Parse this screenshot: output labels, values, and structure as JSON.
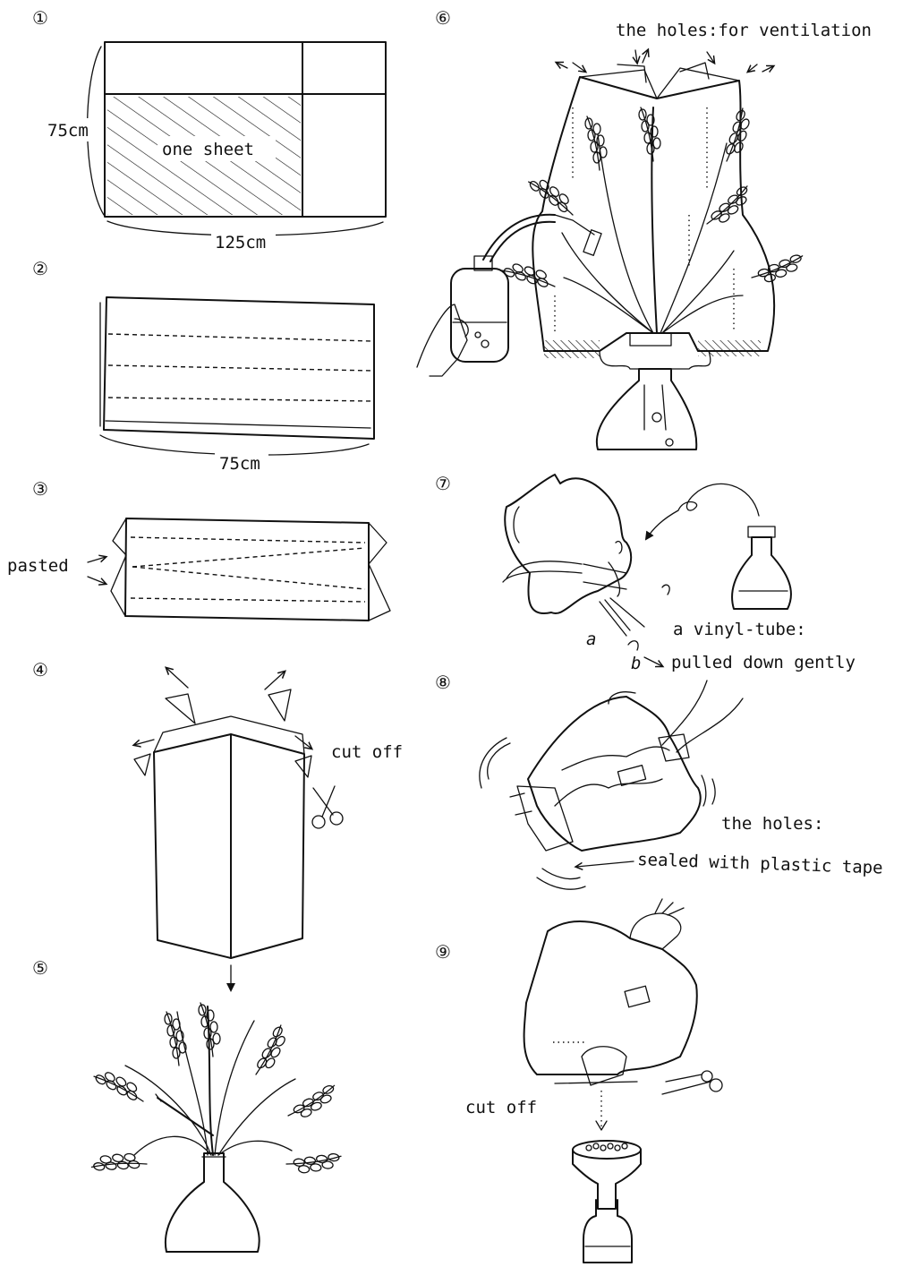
{
  "steps": [
    {
      "number": "①",
      "labels": {
        "height": "75cm",
        "width": "125cm",
        "area": "one sheet"
      }
    },
    {
      "number": "②",
      "labels": {
        "width": "75cm"
      }
    },
    {
      "number": "③",
      "labels": {
        "pasted": "pasted"
      }
    },
    {
      "number": "④",
      "labels": {
        "cut": "cut off"
      }
    },
    {
      "number": "⑤",
      "labels": {}
    },
    {
      "number": "⑥",
      "labels": {
        "holes": "the holes:for ventilation"
      }
    },
    {
      "number": "⑦",
      "labels": {
        "tube": "a vinyl-tube:",
        "pulled": "pulled down gently",
        "mark_a": "a",
        "mark_b": "b"
      }
    },
    {
      "number": "⑧",
      "labels": {
        "holes": "the holes:",
        "sealed": "sealed with plastic tape"
      }
    },
    {
      "number": "⑨",
      "labels": {
        "cut": "cut off"
      }
    }
  ],
  "icons": [
    "scissors-icon",
    "flask-icon",
    "funnel-icon",
    "bottle-icon",
    "hand-icon",
    "rice-panicle-icon"
  ]
}
